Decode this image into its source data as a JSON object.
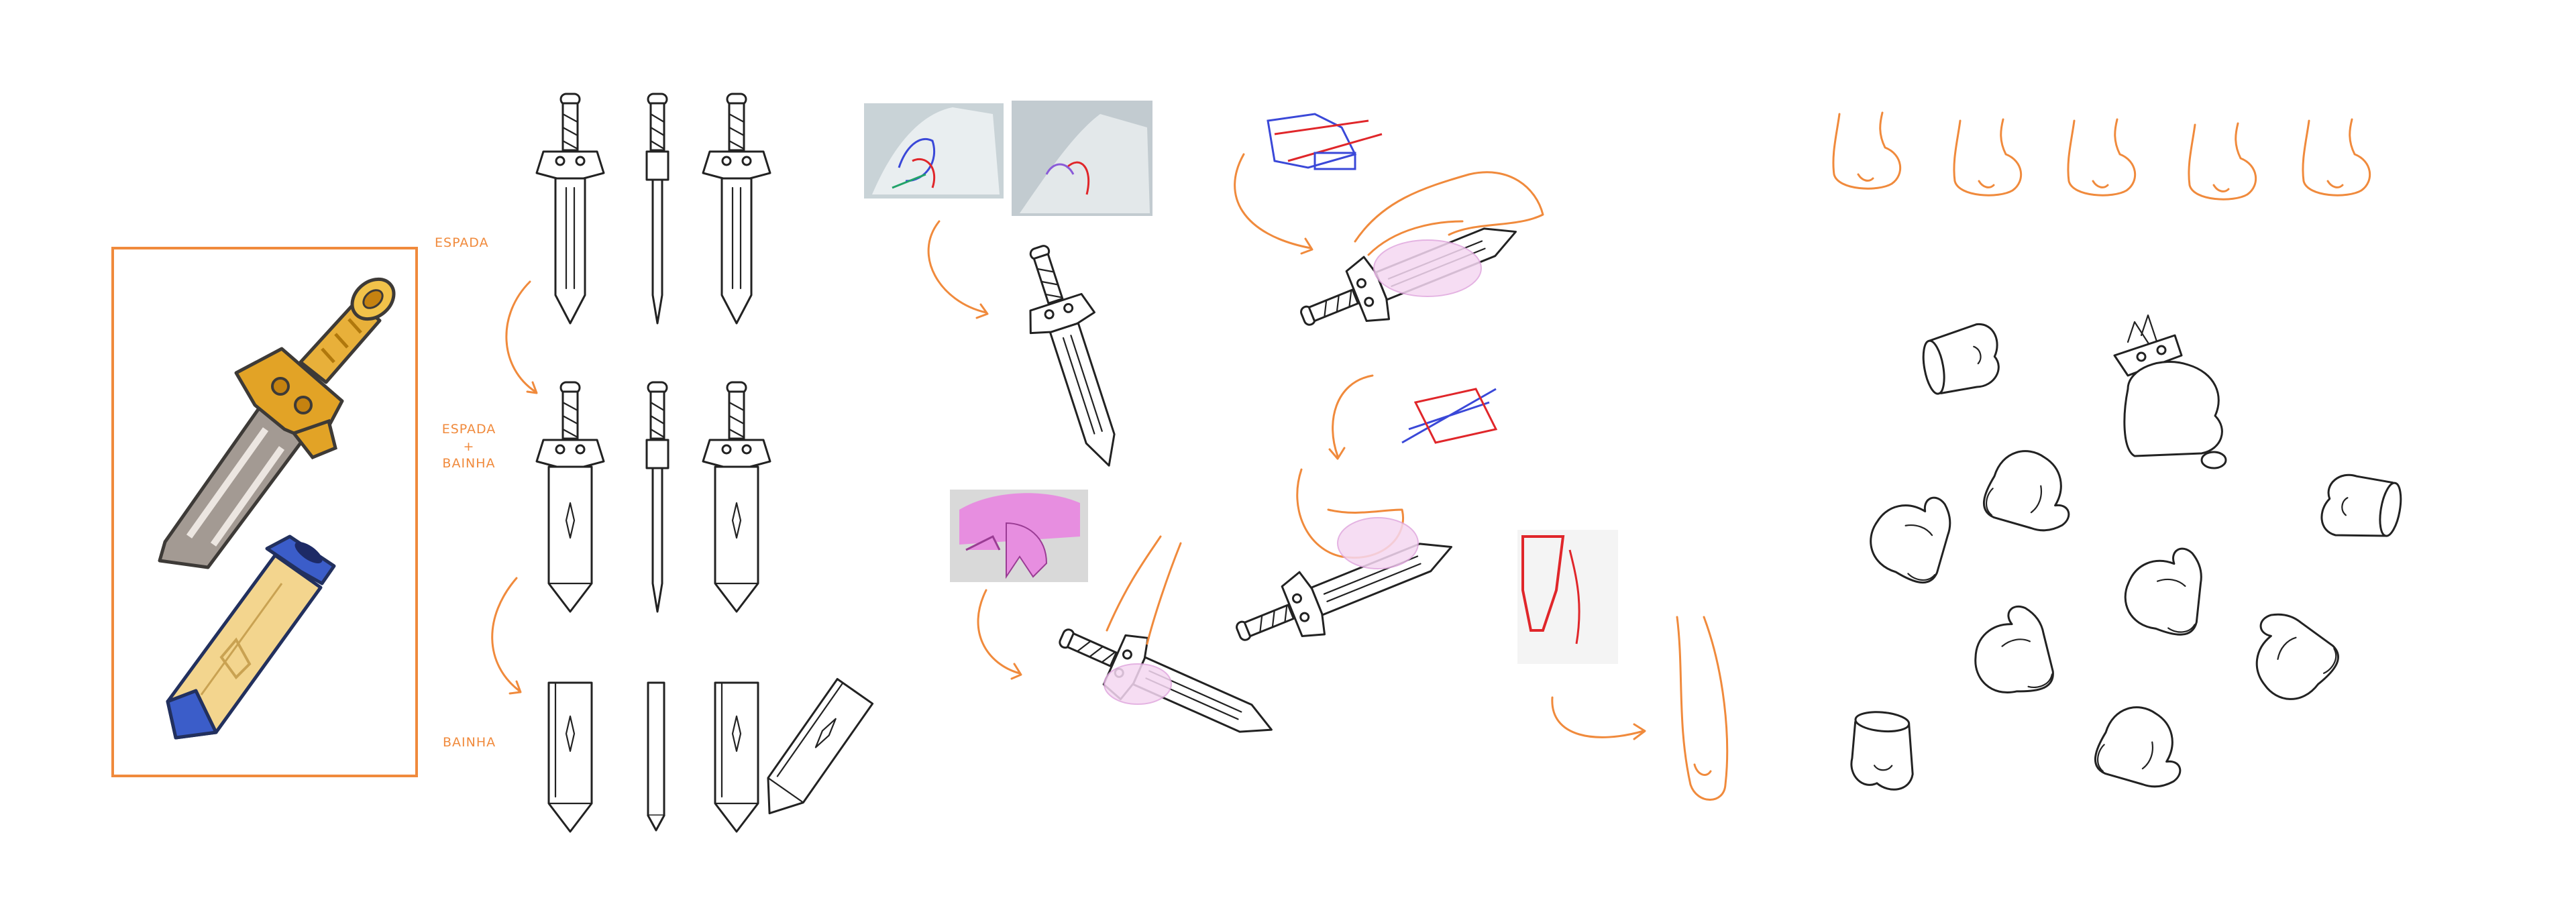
{
  "labels": {
    "espada": "ESPADA",
    "espada_bainha_line1": "ESPADA",
    "espada_bainha_line2": "+",
    "espada_bainha_line3": "BAINHA",
    "bainha": "BAINHA"
  },
  "colors": {
    "frame": "#f08a3c",
    "sketch_ink": "#222222",
    "annotation": "#f08a3c",
    "sword_gold": "#e2a326",
    "blade_grey": "#a39a93",
    "scabbard_yellow": "#f3d58e",
    "scabbard_blue": "#3b5dc9",
    "ref_pink": "#e78ee0",
    "ref_red": "#e0262a",
    "ref_blue": "#3a48d8"
  },
  "icons": [
    "sword-icon",
    "scabbard-icon",
    "hand-sketch-icon",
    "arrow-icon"
  ]
}
